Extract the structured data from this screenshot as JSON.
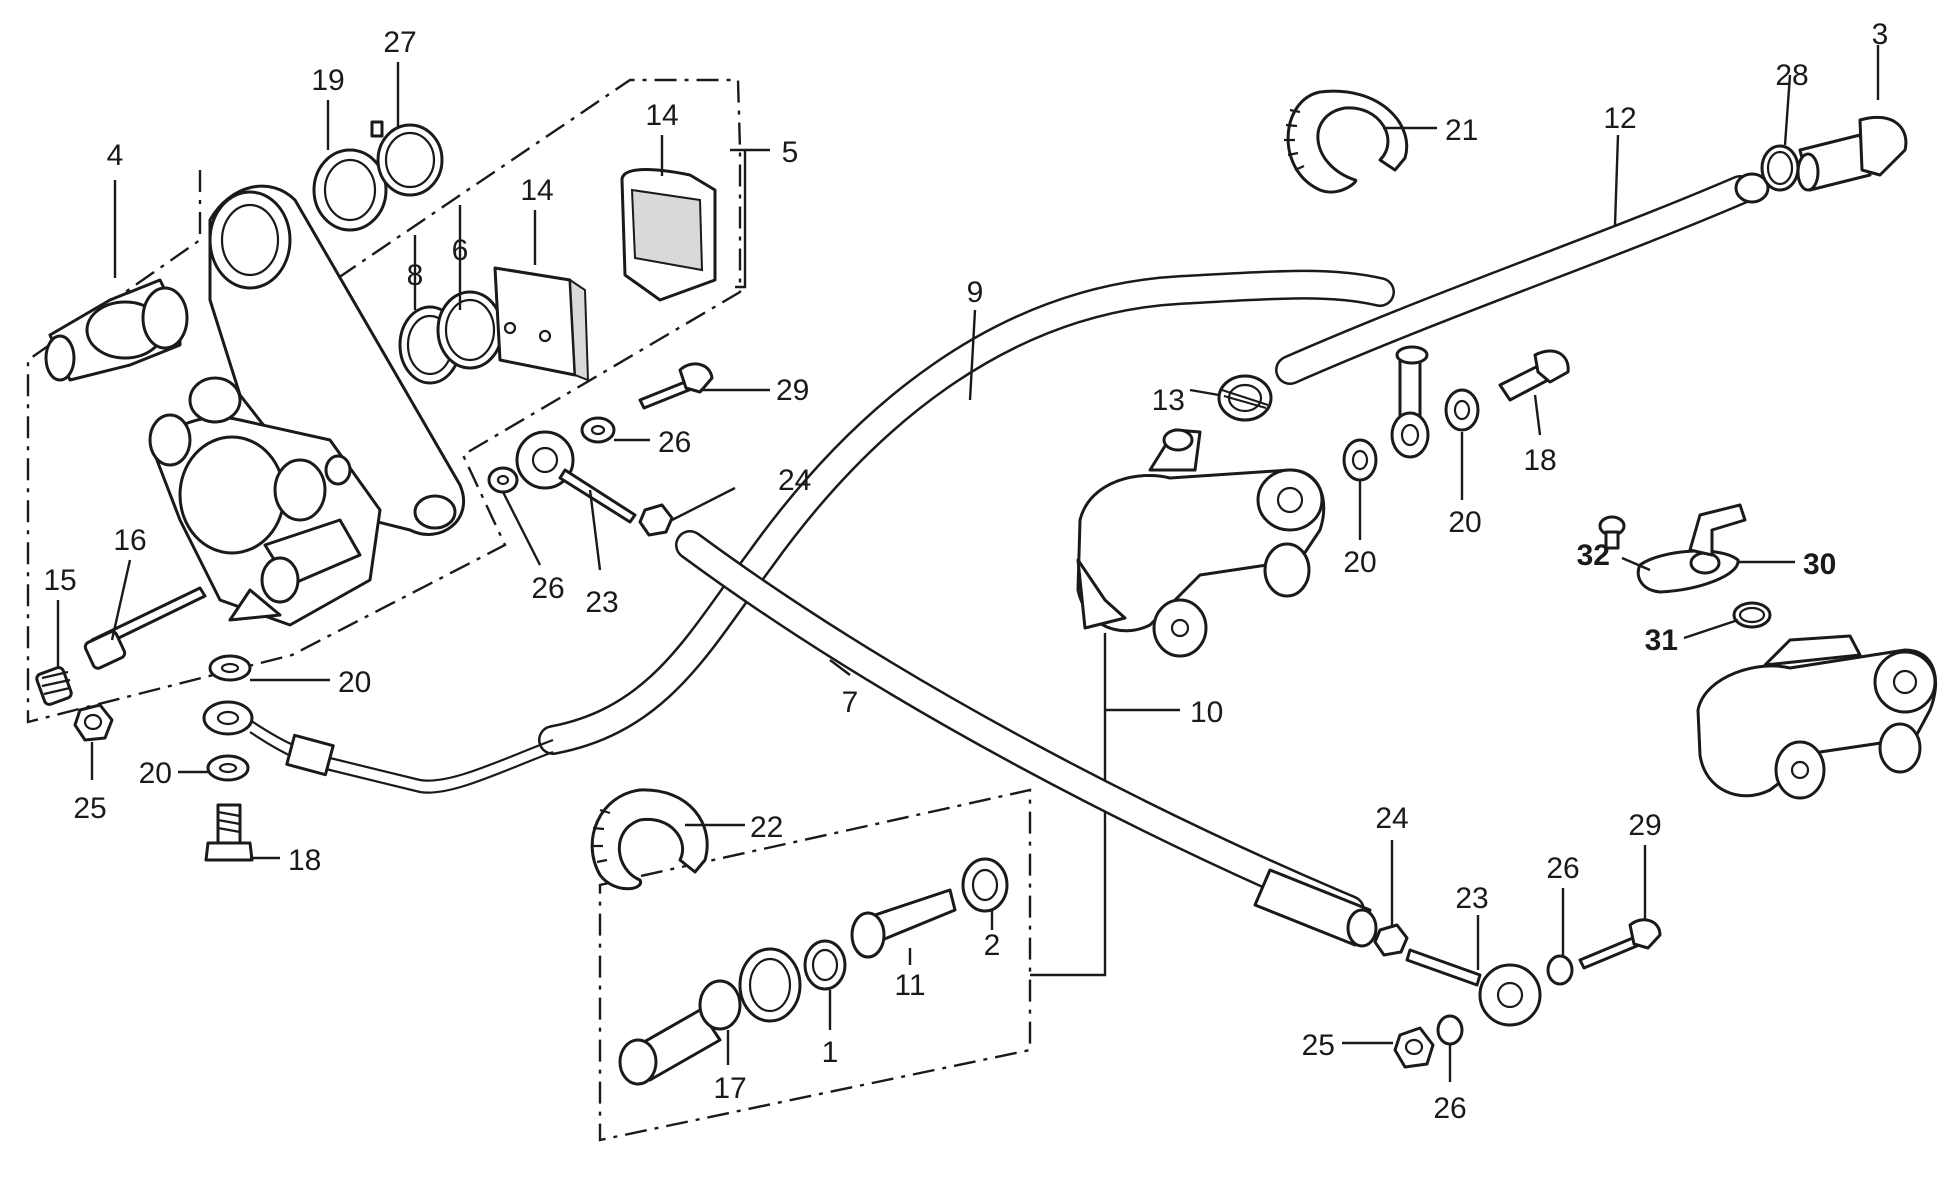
{
  "callouts": {
    "c1": "1",
    "c2": "2",
    "c3": "3",
    "c4": "4",
    "c5": "5",
    "c6": "6",
    "c7": "7",
    "c8": "8",
    "c9": "9",
    "c10": "10",
    "c11": "11",
    "c12": "12",
    "c13": "13",
    "c14a": "14",
    "c14b": "14",
    "c15": "15",
    "c16": "16",
    "c17": "17",
    "c18a": "18",
    "c18b": "18",
    "c19": "19",
    "c20a": "20",
    "c20b": "20",
    "c20c": "20",
    "c20d": "20",
    "c21": "21",
    "c22": "22",
    "c23a": "23",
    "c23b": "23",
    "c24a": "24",
    "c24b": "24",
    "c25a": "25",
    "c25b": "25",
    "c26a": "26",
    "c26b": "26",
    "c26c": "26",
    "c26d": "26",
    "c27": "27",
    "c28": "28",
    "c29a": "29",
    "c29b": "29",
    "c30": "30",
    "c31": "31",
    "c32": "32"
  }
}
